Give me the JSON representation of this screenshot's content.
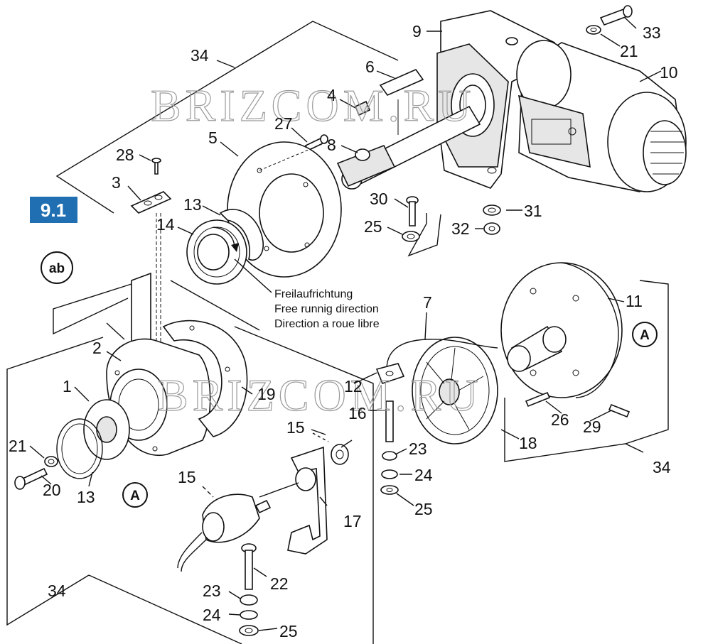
{
  "watermark": "BRIZCOM.RU",
  "section_badge": "9.1",
  "circle_labels": {
    "ab": "ab",
    "a_right": "A",
    "a_left": "A"
  },
  "note": {
    "line1": "Freilaufrichtung",
    "line2": "Free runnig direction",
    "line3": "Direction a roue libre"
  },
  "callouts": {
    "c9": "9",
    "c33": "33",
    "c21_top": "21",
    "c10": "10",
    "c34_top": "34",
    "c6": "6",
    "c4": "4",
    "c27": "27",
    "c8": "8",
    "c5": "5",
    "c28": "28",
    "c3": "3",
    "c13_top": "13",
    "c14": "14",
    "c30": "30",
    "c31": "31",
    "c25_mid": "25",
    "c32": "32",
    "c7": "7",
    "c11": "11",
    "c2": "2",
    "c19": "19",
    "c1": "1",
    "c12": "12",
    "c16": "16",
    "c15_top": "15",
    "c23_mid": "23",
    "c24_mid": "24",
    "c25_r": "25",
    "c18": "18",
    "c26": "26",
    "c29": "29",
    "c34_right": "34",
    "c21_left": "21",
    "c20": "20",
    "c13_left": "13",
    "c15_left": "15",
    "c17": "17",
    "c22": "22",
    "c34_bottom": "34",
    "c23_bot": "23",
    "c24_bot": "24",
    "c25_bot": "25"
  },
  "colors": {
    "badge": "#1f6fb2",
    "ink": "#111111",
    "watermark": "#9a9a9a"
  }
}
